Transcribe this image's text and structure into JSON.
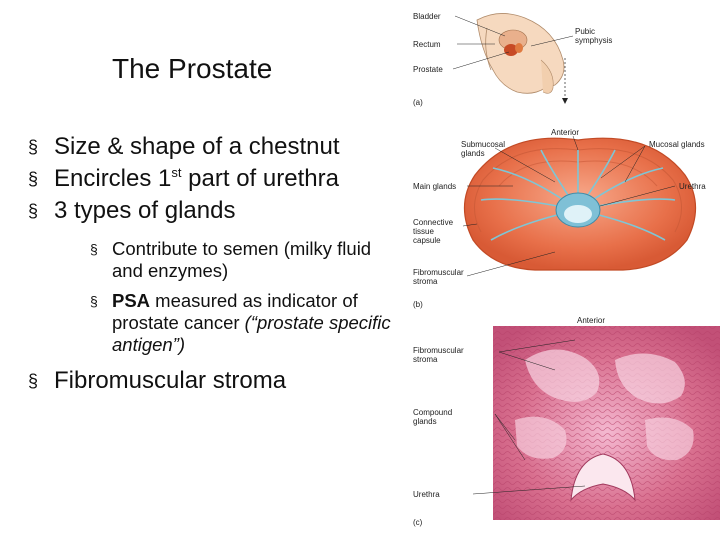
{
  "slide": {
    "title": "The Prostate",
    "bullet_marker": "§",
    "bullets": {
      "b1": "Size & shape of a chestnut",
      "b2_pre": "Encircles 1",
      "b2_sup": "st",
      "b2_post": " part of urethra",
      "b3": "3 types of glands",
      "sub1": "Contribute to semen (milky fluid and enzymes)",
      "sub2_bold": "PSA",
      "sub2_text": " measured as indicator of prostate cancer ",
      "sub2_italic": "(“prostate specific antigen”)",
      "b4": "Fibromuscular stroma"
    }
  },
  "figure": {
    "a": {
      "bladder": "Bladder",
      "rectum": "Rectum",
      "prostate": "Prostate",
      "pubic": "Pubic\nsymphysis",
      "caption": "(a)"
    },
    "b": {
      "anterior": "Anterior",
      "submucosal": "Submucosal\nglands",
      "mucosal": "Mucosal glands",
      "main": "Main glands",
      "urethra": "Urethra",
      "capsule": "Connective\ntissue\ncapsule",
      "stroma": "Fibromuscular\nstroma",
      "caption": "(b)"
    },
    "c": {
      "anterior": "Anterior",
      "stroma": "Fibromuscular\nstroma",
      "compound": "Compound\nglands",
      "urethra": "Urethra",
      "caption": "(c)"
    }
  }
}
